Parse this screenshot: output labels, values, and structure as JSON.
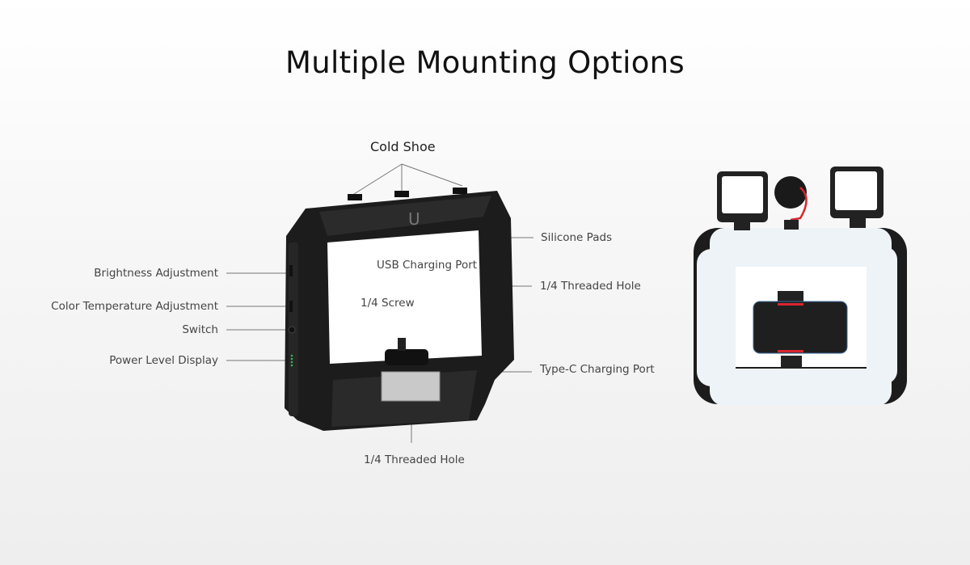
{
  "title": "Multiple Mounting Options",
  "labels": {
    "cold_shoe": "Cold Shoe",
    "silicone_pads": "Silicone Pads",
    "usb_charging_port": "USB Charging Port",
    "threaded_hole_side": "1/4 Threaded Hole",
    "screw": "1/4 Screw",
    "type_c_port": "Type-C Charging Port",
    "threaded_hole_bottom": "1/4 Threaded Hole",
    "brightness": "Brightness Adjustment",
    "color_temp": "Color Temperature Adjustment",
    "switch": "Switch",
    "power_level": "Power Level Display"
  },
  "colors": {
    "device": "#1c1c1c",
    "led_panel": "#eef3f8",
    "accent_red": "#d8262e",
    "power_led": "#3bb54a"
  }
}
